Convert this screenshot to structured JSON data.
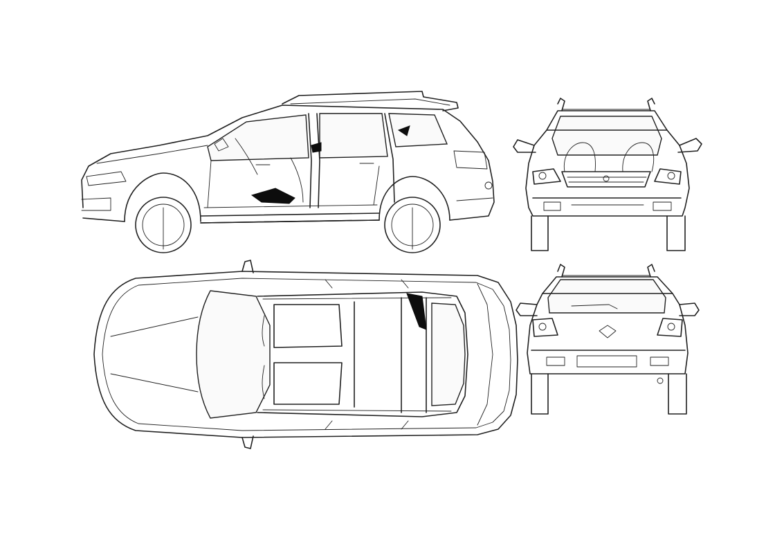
{
  "drawing": {
    "views": [
      {
        "key": "side",
        "icon": "car-side-view-icon"
      },
      {
        "key": "front",
        "icon": "car-front-view-icon"
      },
      {
        "key": "top",
        "icon": "car-top-view-icon"
      },
      {
        "key": "rear",
        "icon": "car-rear-view-icon"
      }
    ],
    "line_color": "#1f1f1f",
    "background_color": "#ffffff"
  }
}
